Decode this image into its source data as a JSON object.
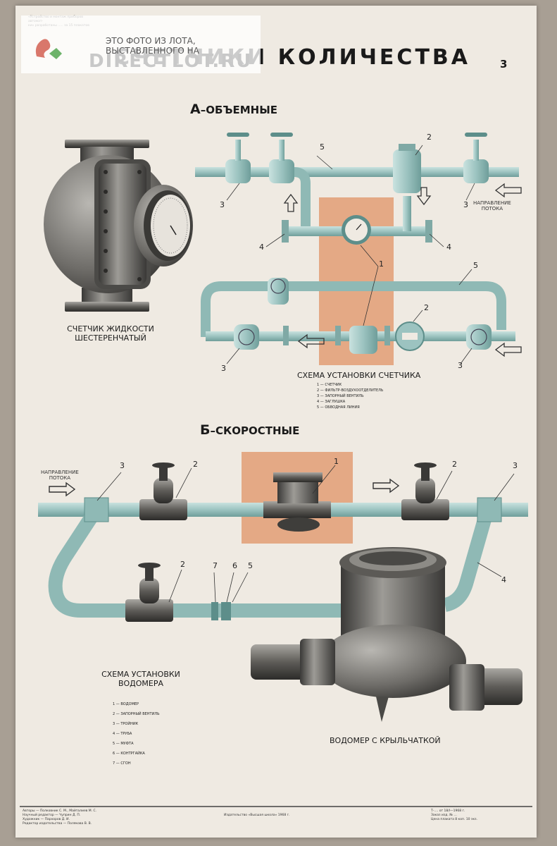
{
  "title": "СЧЕТЧИКИ КОЛИЧЕСТВА",
  "page_number": "3",
  "corner_note": [
    "«Устройство и монтаж приборов автомат-",
    "ки» разработаны ….. за 15 плакатов"
  ],
  "section_a": {
    "letter": "А",
    "label": "–ОБЪЕМНЫЕ"
  },
  "section_b": {
    "letter": "Б",
    "label": "–СКОРОСТНЫЕ"
  },
  "gear_meter_caption": [
    "СЧЕТЧИК ЖИДКОСТИ",
    "ШЕСТЕРЕНЧАТЫЙ"
  ],
  "scheme_a_caption": "СХЕМА УСТАНОВКИ СЧЕТЧИКА",
  "scheme_a_legend": [
    "1 — СЧЕТЧИК",
    "2 — ФИЛЬТР-ВОЗДУХООТДЕЛИТЕЛЬ",
    "3 — ЗАПОРНЫЙ ВЕНТИЛЬ",
    "4 — ЗАГЛУШКА",
    "5 — ОБВОДНАЯ ЛИНИЯ"
  ],
  "flow_label": [
    "НАПРАВЛЕНИЕ",
    "ПОТОКА"
  ],
  "scheme_b_caption": [
    "СХЕМА УСТАНОВКИ",
    "ВОДОМЕРА"
  ],
  "scheme_b_legend": [
    "1 — ВОДОМЕР",
    "2 — ЗАПОРНЫЙ ВЕНТИЛЬ",
    "3 — ТРОЙНИК",
    "4 — ТРУБА",
    "5 — МУФТА",
    "6 — КОНТРГАЙКА",
    "7 — СГОН"
  ],
  "water_meter_caption": "ВОДОМЕР С КРЫЛЬЧАТКОЙ",
  "callouts_a": [
    "5",
    "2",
    "3",
    "3",
    "4",
    "4",
    "1",
    "5",
    "2",
    "3",
    "3"
  ],
  "callouts_b": [
    "3",
    "2",
    "1",
    "2",
    "3",
    "2",
    "7",
    "6",
    "5",
    "4"
  ],
  "imprint": {
    "left": [
      "Авторы — Полковник С. М., Майталиев М. С.",
      "Научный редактор — Чуприн Д. П.",
      "Художник — Пархоров Д. И.",
      "Редактор издательства — Полякова В. В."
    ],
    "center": "Издательство «Высшая школа» 1968 г.",
    "right": [
      "Т-…. от 18/I—1968 г.",
      "Заказ изд. № …",
      "Цена плаката 8 коп. 10 экз."
    ]
  },
  "watermark": {
    "note": "ЭТО ФОТО ИЗ ЛОТА, ВЫСТАВЛЕННОГО НА",
    "logo": "DIRECTLOT.RU"
  },
  "colors": {
    "pipe": "#9cc3c0",
    "pipe_dark": "#5d8e8a",
    "highlight": "#e4a985",
    "paper": "#efeae2",
    "metal": "#6f6f6c"
  }
}
